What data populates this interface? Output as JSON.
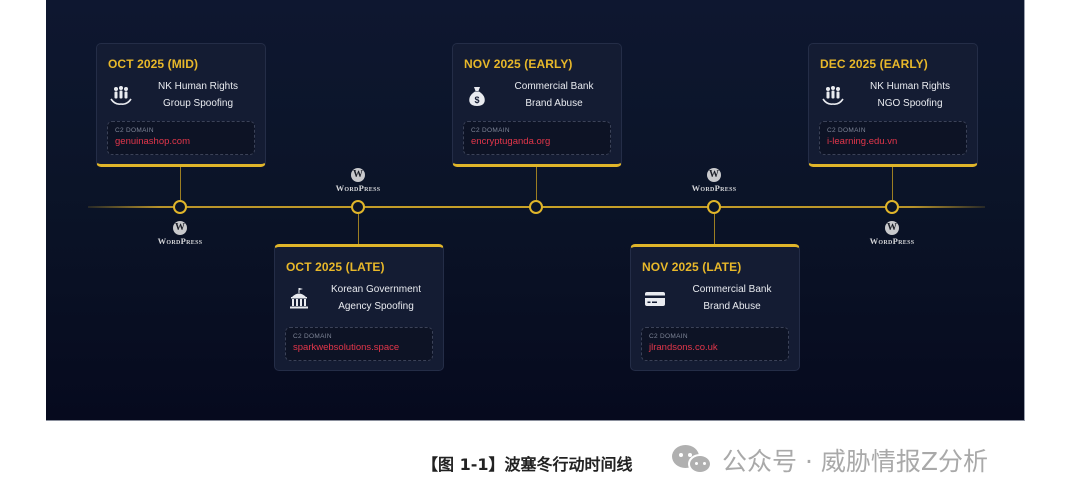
{
  "timeline": {
    "events": [
      {
        "position": "top",
        "date": "OCT 2025 (MID)",
        "icon": "people-hands-icon",
        "description_line1": "NK Human Rights",
        "description_line2": "Group Spoofing",
        "c2_label": "C2 DOMAIN",
        "c2_domain": "genuinashop.com",
        "platform": "WordPress"
      },
      {
        "position": "bottom",
        "date": "OCT 2025 (LATE)",
        "icon": "government-building-icon",
        "description_line1": "Korean Government",
        "description_line2": "Agency Spoofing",
        "c2_label": "C2 DOMAIN",
        "c2_domain": "sparkwebsolutions.space",
        "platform": "WordPress"
      },
      {
        "position": "top",
        "date": "NOV 2025 (EARLY)",
        "icon": "money-bag-icon",
        "description_line1": "Commercial Bank",
        "description_line2": "Brand Abuse",
        "c2_label": "C2 DOMAIN",
        "c2_domain": "encryptuganda.org",
        "platform": ""
      },
      {
        "position": "bottom",
        "date": "NOV 2025 (LATE)",
        "icon": "credit-card-icon",
        "description_line1": "Commercial Bank",
        "description_line2": "Brand Abuse",
        "c2_label": "C2 DOMAIN",
        "c2_domain": "jlrandsons.co.uk",
        "platform": "WordPress"
      },
      {
        "position": "top",
        "date": "DEC 2025 (EARLY)",
        "icon": "people-hands-icon",
        "description_line1": "NK Human Rights",
        "description_line2": "NGO Spoofing",
        "c2_label": "C2 DOMAIN",
        "c2_domain": "i-learning.edu.vn",
        "platform": "WordPress"
      }
    ],
    "platform_logo_letter": "W",
    "platform_label": "WordPress"
  },
  "colors": {
    "background": "#0b1428",
    "accent_gold": "#e0b52a",
    "domain_red": "#e2364a",
    "card_bg": "#141c33"
  },
  "caption": {
    "text": "【图 1-1】波塞冬行动时间线"
  },
  "watermark": {
    "text": "公众号 · 威胁情报Z分析"
  }
}
